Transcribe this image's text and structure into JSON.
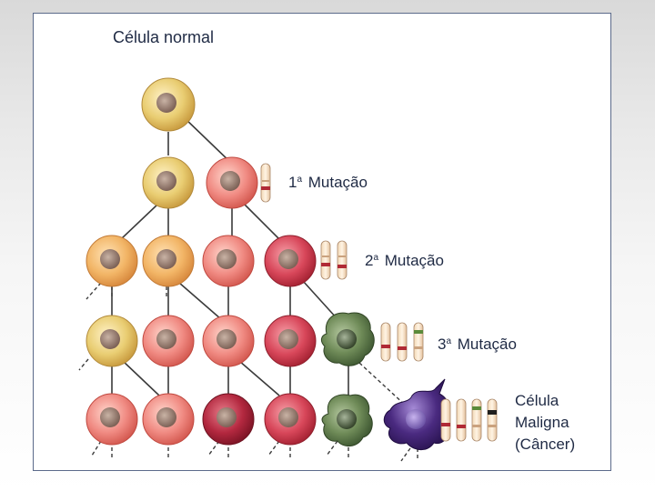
{
  "diagram": {
    "title": "Célula normal",
    "mutations": [
      {
        "number": "1",
        "suffix": "a",
        "label": "Mutação"
      },
      {
        "number": "2",
        "suffix": "a",
        "label": "Mutação"
      },
      {
        "number": "3",
        "suffix": "a",
        "label": "Mutação"
      }
    ],
    "malignant": {
      "line1": "Célula",
      "line2": "Maligna",
      "line3": "(Câncer)"
    }
  },
  "colors": {
    "normal_cell": "#e9cd72",
    "orange_cell": "#f2b566",
    "pink_cell": "#f08a82",
    "red_cell": "#d8475a",
    "dark_red_cell": "#b3283f",
    "green_cell": "#5f7a4c",
    "purple_cell": "#4a2a80",
    "text": "#1f2a44",
    "frame_border": "#5b6a8a"
  }
}
